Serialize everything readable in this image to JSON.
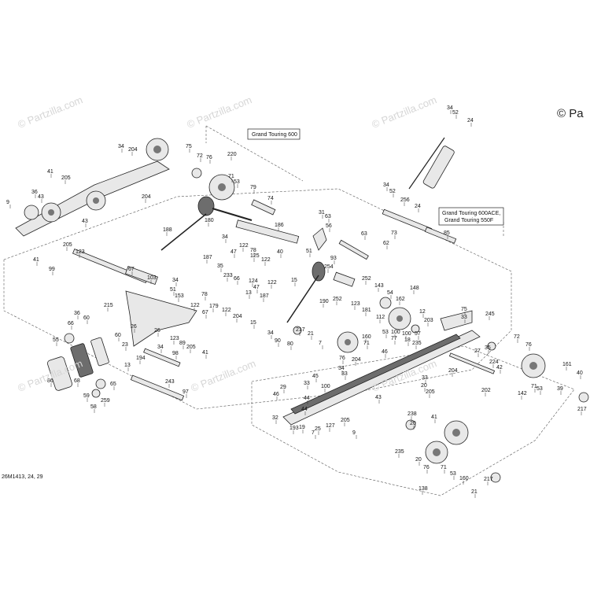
{
  "copyright": "© Pa",
  "watermark": "© Partzilla.com",
  "drawing_id": "26M1413, 24, 29",
  "notes": [
    "Grand Touring 600",
    "Grand Touring 600ACE,",
    "Grand Touring 550F"
  ],
  "callouts": [
    {
      "text": "34"
    },
    {
      "text": "204"
    },
    {
      "text": "41"
    },
    {
      "text": "205"
    },
    {
      "text": "36"
    },
    {
      "text": "43"
    },
    {
      "text": "9"
    },
    {
      "text": "43"
    },
    {
      "text": "204"
    },
    {
      "text": "75"
    },
    {
      "text": "72"
    },
    {
      "text": "76"
    },
    {
      "text": "220"
    },
    {
      "text": "71"
    },
    {
      "text": "53"
    },
    {
      "text": "79"
    },
    {
      "text": "74"
    },
    {
      "text": "180"
    },
    {
      "text": "188"
    },
    {
      "text": "186"
    },
    {
      "text": "34"
    },
    {
      "text": "47"
    },
    {
      "text": "122"
    },
    {
      "text": "78"
    },
    {
      "text": "125"
    },
    {
      "text": "187"
    },
    {
      "text": "35"
    },
    {
      "text": "122"
    },
    {
      "text": "40"
    },
    {
      "text": "15"
    },
    {
      "text": "233"
    },
    {
      "text": "66"
    },
    {
      "text": "124"
    },
    {
      "text": "47"
    },
    {
      "text": "13"
    },
    {
      "text": "122"
    },
    {
      "text": "179"
    },
    {
      "text": "122"
    },
    {
      "text": "204"
    },
    {
      "text": "187"
    },
    {
      "text": "15"
    },
    {
      "text": "205"
    },
    {
      "text": "123"
    },
    {
      "text": "41"
    },
    {
      "text": "99"
    },
    {
      "text": "67"
    },
    {
      "text": "103"
    },
    {
      "text": "34"
    },
    {
      "text": "51"
    },
    {
      "text": "153"
    },
    {
      "text": "78"
    },
    {
      "text": "122"
    },
    {
      "text": "215"
    },
    {
      "text": "36"
    },
    {
      "text": "60"
    },
    {
      "text": "66"
    },
    {
      "text": "26"
    },
    {
      "text": "26"
    },
    {
      "text": "67"
    },
    {
      "text": "55"
    },
    {
      "text": "60"
    },
    {
      "text": "23"
    },
    {
      "text": "34"
    },
    {
      "text": "123"
    },
    {
      "text": "89"
    },
    {
      "text": "205"
    },
    {
      "text": "41"
    },
    {
      "text": "98"
    },
    {
      "text": "13"
    },
    {
      "text": "194"
    },
    {
      "text": "86"
    },
    {
      "text": "68"
    },
    {
      "text": "65"
    },
    {
      "text": "259"
    },
    {
      "text": "59"
    },
    {
      "text": "58"
    },
    {
      "text": "243"
    },
    {
      "text": "97"
    },
    {
      "text": "31"
    },
    {
      "text": "63"
    },
    {
      "text": "56"
    },
    {
      "text": "63"
    },
    {
      "text": "51"
    },
    {
      "text": "93"
    },
    {
      "text": "254"
    },
    {
      "text": "62"
    },
    {
      "text": "252"
    },
    {
      "text": "143"
    },
    {
      "text": "148"
    },
    {
      "text": "252"
    },
    {
      "text": "54"
    },
    {
      "text": "162"
    },
    {
      "text": "12"
    },
    {
      "text": "190"
    },
    {
      "text": "123"
    },
    {
      "text": "181"
    },
    {
      "text": "112"
    },
    {
      "text": "203"
    },
    {
      "text": "34"
    },
    {
      "text": "90"
    },
    {
      "text": "80"
    },
    {
      "text": "217"
    },
    {
      "text": "21"
    },
    {
      "text": "7"
    },
    {
      "text": "160"
    },
    {
      "text": "71"
    },
    {
      "text": "53"
    },
    {
      "text": "100"
    },
    {
      "text": "77"
    },
    {
      "text": "100"
    },
    {
      "text": "57"
    },
    {
      "text": "18"
    },
    {
      "text": "46"
    },
    {
      "text": "235"
    },
    {
      "text": "204"
    },
    {
      "text": "76"
    },
    {
      "text": "34"
    },
    {
      "text": "33"
    },
    {
      "text": "45"
    },
    {
      "text": "33"
    },
    {
      "text": "100"
    },
    {
      "text": "29"
    },
    {
      "text": "46"
    },
    {
      "text": "44"
    },
    {
      "text": "32"
    },
    {
      "text": "44"
    },
    {
      "text": "193"
    },
    {
      "text": "19"
    },
    {
      "text": "25"
    },
    {
      "text": "127"
    },
    {
      "text": "7"
    },
    {
      "text": "33"
    },
    {
      "text": "20"
    },
    {
      "text": "205"
    },
    {
      "text": "43"
    },
    {
      "text": "205"
    },
    {
      "text": "9"
    },
    {
      "text": "238"
    },
    {
      "text": "20"
    },
    {
      "text": "41"
    },
    {
      "text": "235"
    },
    {
      "text": "20"
    },
    {
      "text": "76"
    },
    {
      "text": "71"
    },
    {
      "text": "138"
    },
    {
      "text": "160"
    },
    {
      "text": "21"
    },
    {
      "text": "217"
    },
    {
      "text": "53"
    },
    {
      "text": "245"
    },
    {
      "text": "75"
    },
    {
      "text": "33"
    },
    {
      "text": "72"
    },
    {
      "text": "76"
    },
    {
      "text": "27"
    },
    {
      "text": "35"
    },
    {
      "text": "224"
    },
    {
      "text": "42"
    },
    {
      "text": "204"
    },
    {
      "text": "202"
    },
    {
      "text": "142"
    },
    {
      "text": "71"
    },
    {
      "text": "53"
    },
    {
      "text": "161"
    },
    {
      "text": "40"
    },
    {
      "text": "39"
    },
    {
      "text": "217"
    },
    {
      "text": "34"
    },
    {
      "text": "52"
    },
    {
      "text": "24"
    },
    {
      "text": "34"
    },
    {
      "text": "52"
    },
    {
      "text": "256"
    },
    {
      "text": "24"
    },
    {
      "text": "73"
    },
    {
      "text": "85"
    }
  ]
}
